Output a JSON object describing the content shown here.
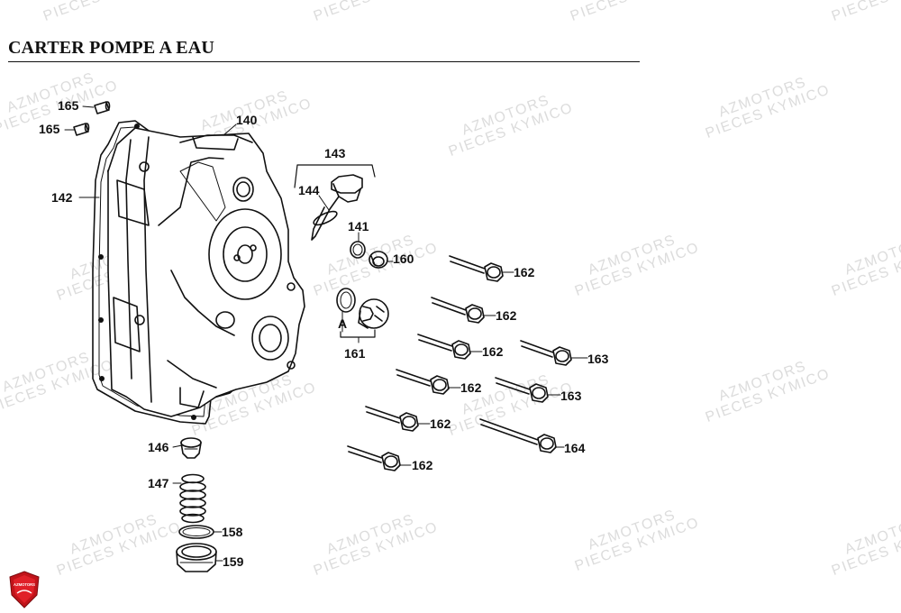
{
  "page": {
    "title": "CARTER POMPE A EAU"
  },
  "watermark": {
    "line1": "AZMOTORS",
    "line2": "PIECES KYMICO"
  },
  "logo": {
    "text": "AZMOTORS",
    "color": "#c0141a"
  },
  "parts": {
    "p140": "140",
    "p142": "142",
    "p143": "143",
    "p144": "144",
    "p141": "141",
    "p160": "160",
    "p161": "161",
    "pA": "A",
    "p165a": "165",
    "p165b": "165",
    "p162a": "162",
    "p162b": "162",
    "p162c": "162",
    "p162d": "162",
    "p162e": "162",
    "p162f": "162",
    "p163a": "163",
    "p163b": "163",
    "p164": "164",
    "p146": "146",
    "p147": "147",
    "p158": "158",
    "p159": "159"
  }
}
